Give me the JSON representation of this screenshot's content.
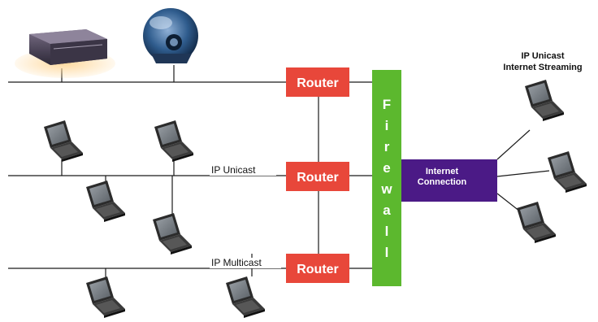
{
  "routers": {
    "top": "Router",
    "middle": "Router",
    "bottom": "Router"
  },
  "segments": {
    "unicast_label": "IP Unicast",
    "multicast_label": "IP Multicast"
  },
  "firewall": {
    "letters": [
      "F",
      "i",
      "r",
      "e",
      "w",
      "a",
      "l",
      "l"
    ]
  },
  "internet": {
    "line1": "Internet",
    "line2": "Connection"
  },
  "streaming": {
    "line1": "IP Unicast",
    "line2": "Internet Streaming"
  },
  "colors": {
    "router": "#e8473a",
    "firewall": "#5cb82e",
    "internet": "#4b1a86",
    "line": "#1a1a1a"
  }
}
